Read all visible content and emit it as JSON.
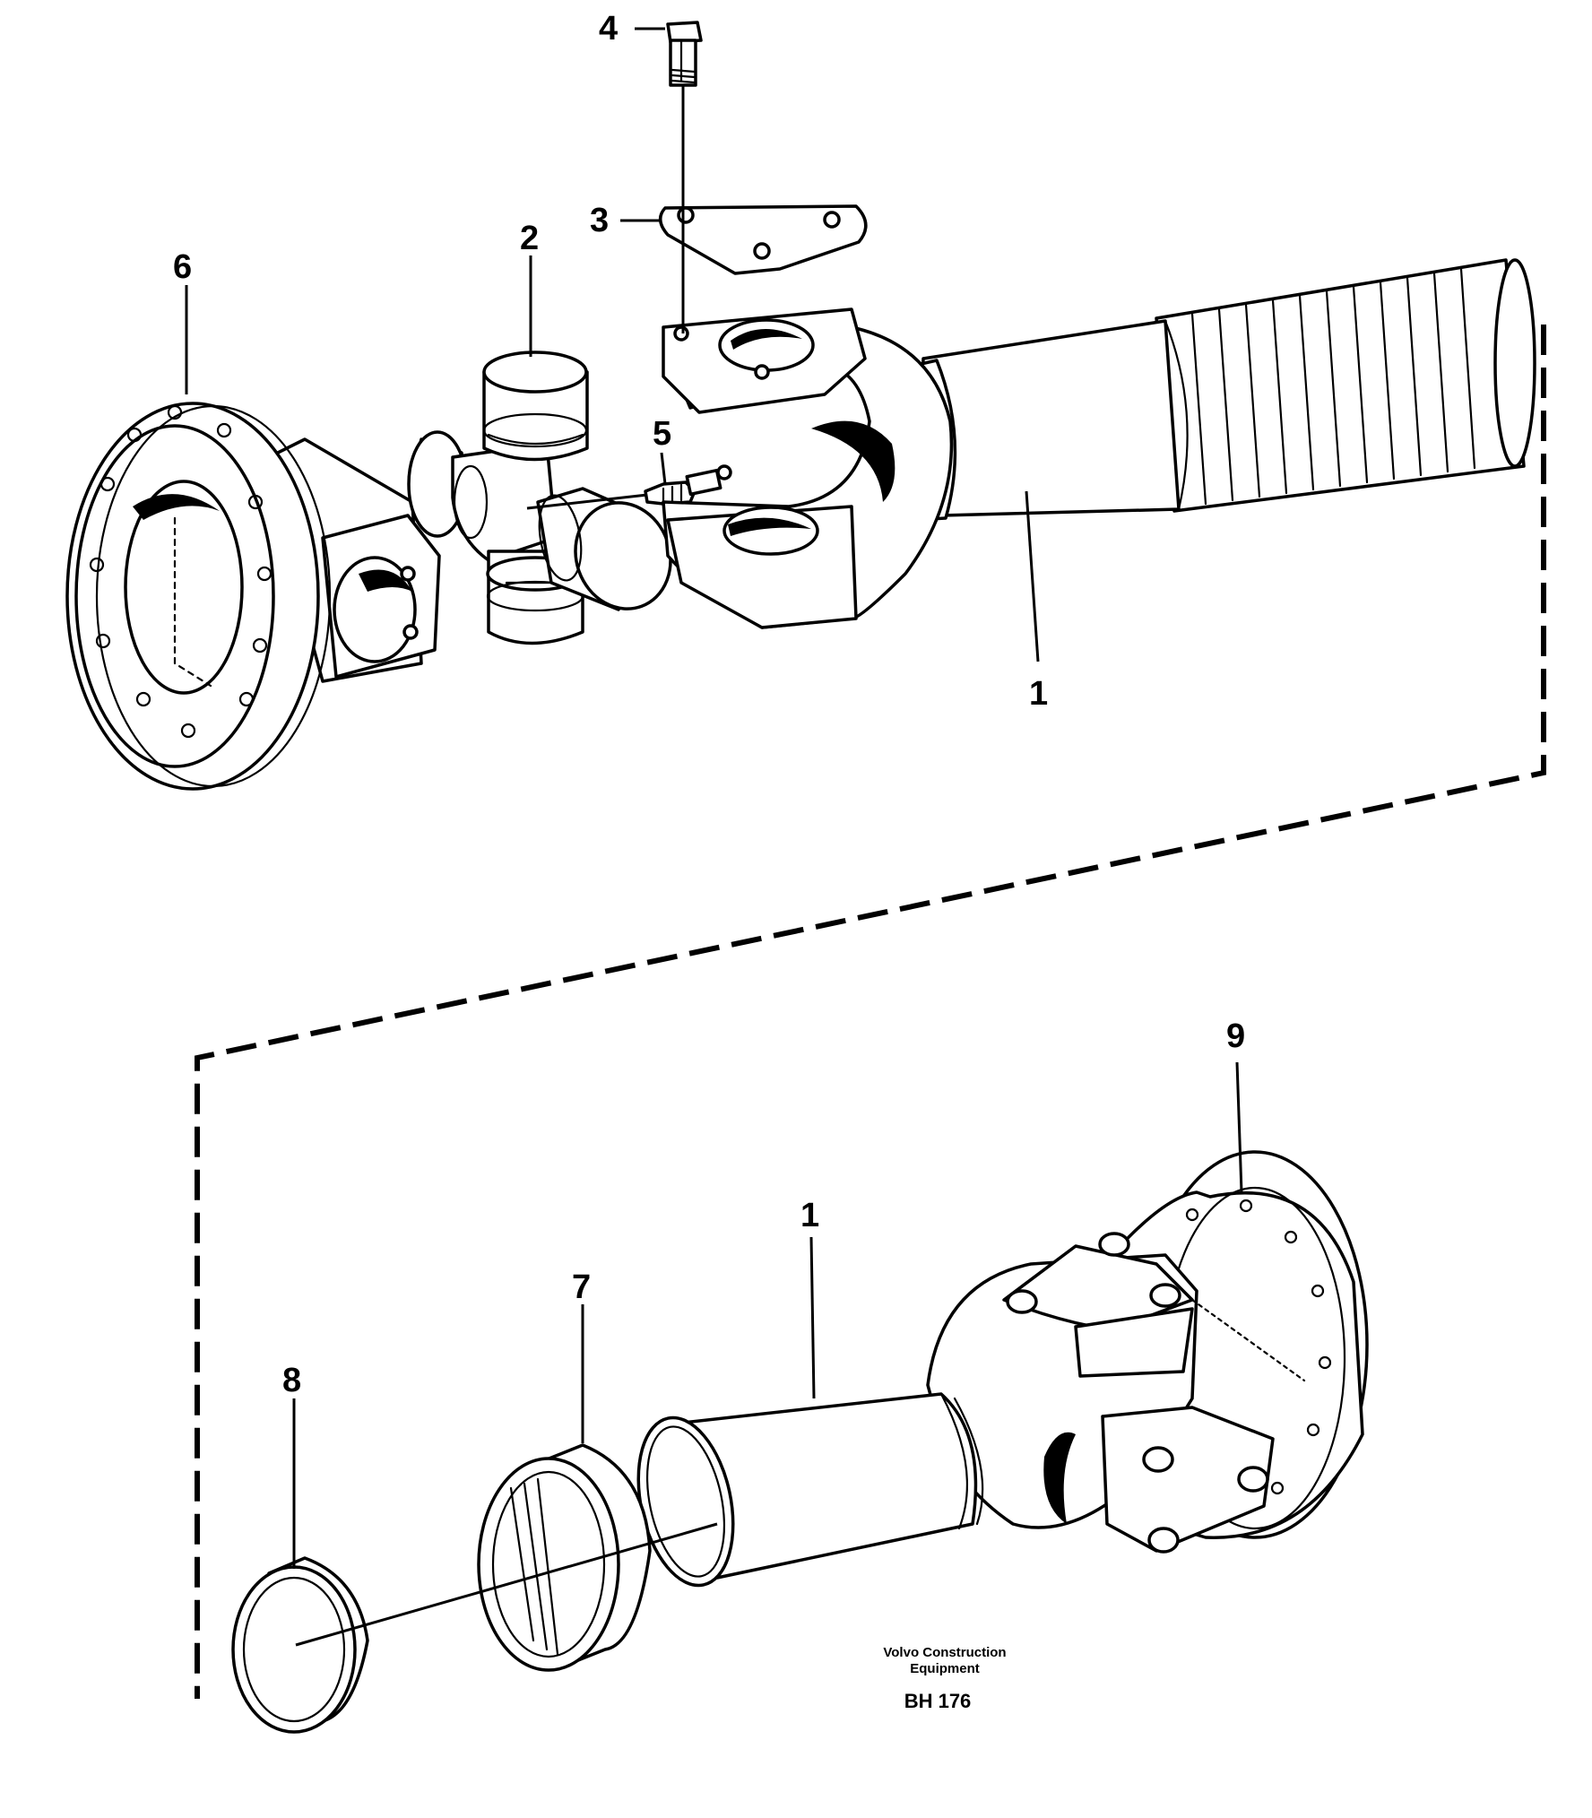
{
  "callouts": {
    "c1_top": "1",
    "c2": "2",
    "c3": "3",
    "c4": "4",
    "c5": "5",
    "c6": "6",
    "c1_bottom": "1",
    "c7": "7",
    "c8": "8",
    "c9": "9"
  },
  "caption": {
    "line1": "Volvo Construction",
    "line2": "Equipment"
  },
  "figure_code": "BH 176"
}
